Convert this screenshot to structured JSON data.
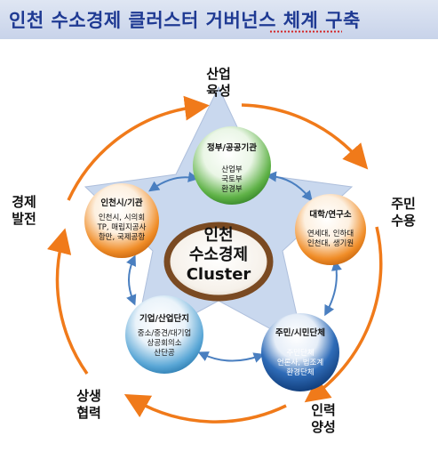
{
  "title": "인천 수소경제 클러스터 거버넌스 체계 구축",
  "center": {
    "label": "인천\n수소경제\nCluster"
  },
  "outer_labels": {
    "top": "산업\n육성",
    "right": "주민\n수용",
    "bottom_right": "인력\n양성",
    "bottom_left": "상생\n협력",
    "left": "경제\n발전"
  },
  "nodes": {
    "government": {
      "title": "정부/공공기관",
      "body": "산업부\n국토부\n환경부",
      "color": "#3d9a2f"
    },
    "academia": {
      "title": "대학/연구소",
      "body": "연세대, 인하대\n인천대, 생기원",
      "color": "#e07b10"
    },
    "citizen": {
      "title": "주민/시민단체",
      "body": "주민단체\n언론사, 법조계\n환경단체",
      "color": "#1d5aa8"
    },
    "industry": {
      "title": "기업/산업단지",
      "body": "중소/중견/대기업\n상공회의소\n산단공",
      "color": "#3a8fc4"
    },
    "city": {
      "title": "인천시/기관",
      "body": "인천시, 시의회\nTP, 매립지공사\n항만, 국제공항",
      "color": "#e3801a"
    }
  },
  "colors": {
    "title_text": "#1f3a93",
    "star_fill": "#c9d8ee",
    "ring": "#f07a1a",
    "arrow": "#4a7fc0",
    "center_ring": "#7a4a22"
  }
}
